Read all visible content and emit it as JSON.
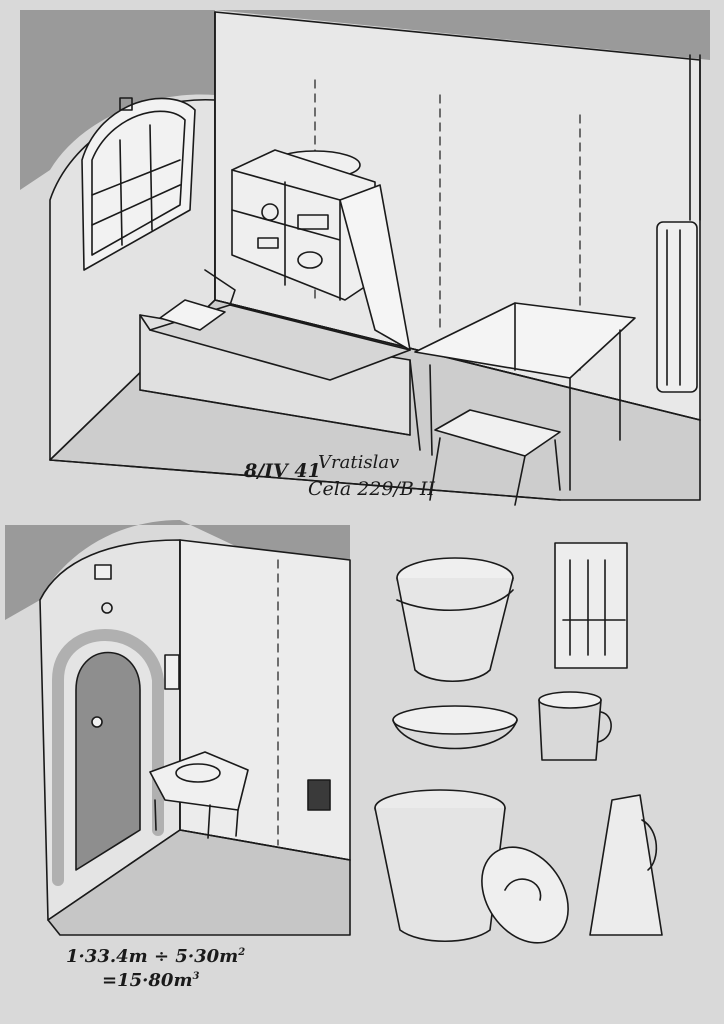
{
  "captions": {
    "date": "8/IV 41",
    "city": "Vratislav",
    "cell": "Cela 229/B II",
    "area": "1·33.4m ÷ 5·30m",
    "area_unit_exp": "2",
    "volume": "=15·80m",
    "volume_unit_exp": "3"
  },
  "colors": {
    "paper": "#d9d9d9",
    "ink": "#1a1a1a",
    "shade": "#9a9a9a",
    "wall": "#e6e6e6",
    "floor": "#c8c8c8"
  }
}
